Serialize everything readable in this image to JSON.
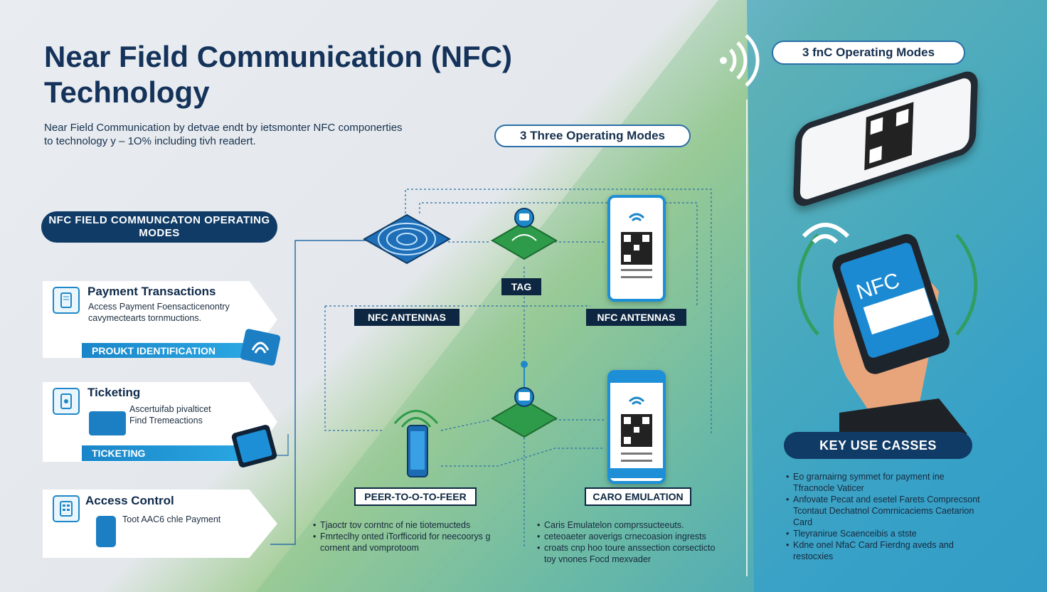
{
  "title": "Near Field Communication (NFC) Technology",
  "subtitle": "Near Field Communication by detvae endt by ietsmonter NFC componerties to technology y – 1O% including tivh readert.",
  "top_pill": "3 Three Operating Modes",
  "top_right_pill": "3 fnC Operating Modes",
  "modes_header": "NFC FIELD COMMUNCATON OPERATING MODES",
  "cards": [
    {
      "title": "Payment Transactions",
      "text": "Access Payment Foensacticenontry cavymectearts tornmuctions.",
      "band": "PROUKT IDENTIFICATION"
    },
    {
      "title": "Ticketing",
      "text": "Ascertuifab pivalticet Find Tremeactions",
      "band": "TICKETING"
    },
    {
      "title": "Access Control",
      "text": "Toot AAC6 chle Payment",
      "band": ""
    }
  ],
  "diagram_labels": {
    "nfc_antennas_left": "NFC ANTENNAS",
    "tag": "TAG",
    "nfc_antennas_right": "NFC ANTENNAS",
    "peer_to_peer": "PEER-TO-O-TO-FEER",
    "card_emulation": "CARO EMULATION"
  },
  "peer_bullets": [
    "Tjaoctr tov corntnc of nie tiotemucteds",
    "Fmrteclhy onted iTorfficorid for neecoorys g cornent and vomprotoom"
  ],
  "card_bullets": [
    "Caris Emulatelon comprssucteeuts.",
    "ceteoaeter aoverigs crnecoasion ingrests",
    "croats cnp hoo toure anssection corsecticto toy vnones Focd mexvader"
  ],
  "key_use_cases": {
    "header": "KEY USE CASSES",
    "items": [
      "Eo grarnairng symmet for payment ine Tfracnocle Vaticer",
      "Anfovate Pecat and esetel Farets Comprecsont Tcontaut Dechatnol Comrnicaciems Caetarion Card",
      "Tleyranirue Scaenceibis a stste",
      "Kdne onel NfaC Card Fierdng aveds and restocxies"
    ]
  },
  "phone_nfc_text": "NFC",
  "colors": {
    "navy": "#0f3b66",
    "blue": "#1e88c9",
    "green": "#2e9b4a"
  }
}
